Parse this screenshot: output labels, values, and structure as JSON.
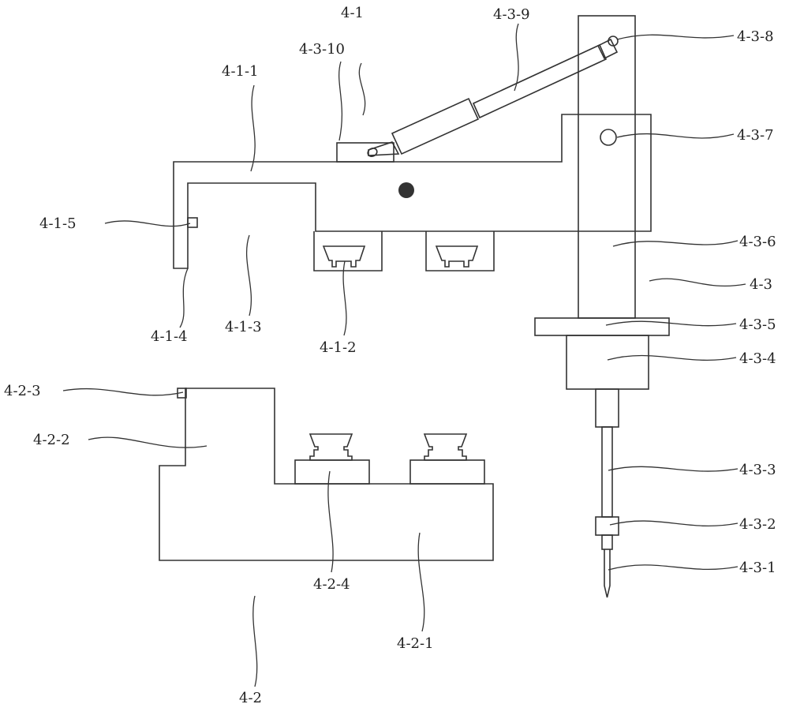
{
  "labels": {
    "l_4_1": "4-1",
    "l_4_3_9": "4-3-9",
    "l_4_3_10": "4-3-10",
    "l_4_3_8": "4-3-8",
    "l_4_1_1": "4-1-1",
    "l_4_3_7": "4-3-7",
    "l_4_1_5": "4-1-5",
    "l_4_3_6": "4-3-6",
    "l_4_3": "4-3",
    "l_4_1_4": "4-1-4",
    "l_4_1_3": "4-1-3",
    "l_4_3_5": "4-3-5",
    "l_4_1_2": "4-1-2",
    "l_4_3_4": "4-3-4",
    "l_4_2_3": "4-2-3",
    "l_4_2_2": "4-2-2",
    "l_4_3_3": "4-3-3",
    "l_4_3_2": "4-3-2",
    "l_4_3_1": "4-3-1",
    "l_4_2_4": "4-2-4",
    "l_4_2_1": "4-2-1",
    "l_4_2": "4-2"
  },
  "colors": {
    "line": "#333333",
    "fill_dark": "#333333",
    "background": "#ffffff"
  }
}
